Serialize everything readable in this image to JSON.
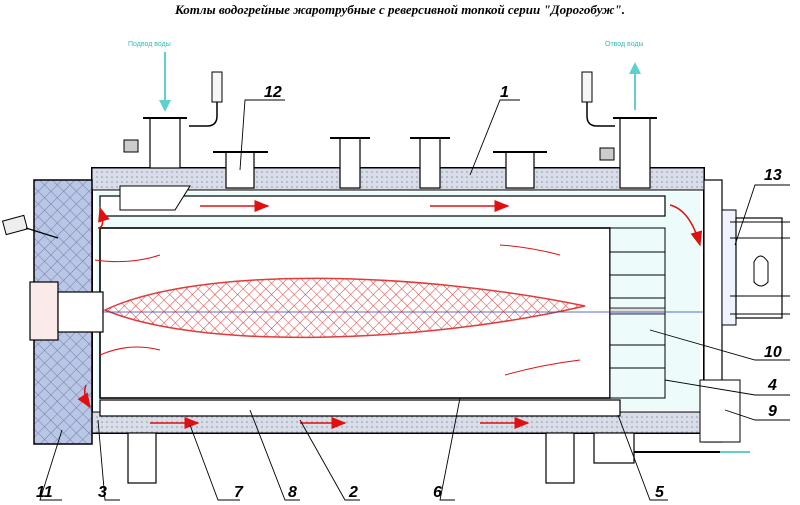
{
  "title": "Котлы водогрейные жаротрубные с реверсивной топкой серии  \"Дорогобуж\".",
  "flow_labels": {
    "inlet": "Подвод воды",
    "outlet": "Отвод воды"
  },
  "callouts": {
    "c1": "1",
    "c2": "2",
    "c3": "3",
    "c4": "4",
    "c5": "5",
    "c6": "6",
    "c7": "7",
    "c8": "8",
    "c9": "9",
    "c10": "10",
    "c11": "11",
    "c12": "12",
    "c13": "13"
  },
  "colors": {
    "outline": "#000000",
    "flame": "#e23b3b",
    "flow_arrow": "#e01010",
    "water": "#5fd0d0",
    "insulation": "#8a96b5",
    "door": "#b9c6e6",
    "axis": "#2a3fb8"
  }
}
